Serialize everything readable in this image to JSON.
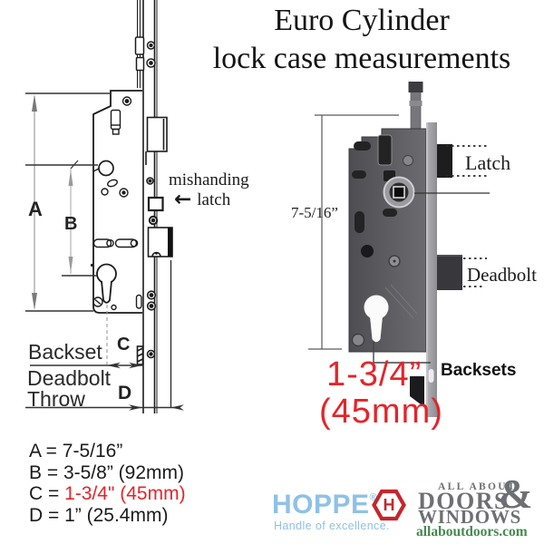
{
  "title": {
    "line1": "Euro Cylinder",
    "line2": "lock case measurements"
  },
  "left_diagram": {
    "dim_labels": {
      "a": "A",
      "b": "B",
      "c": "C",
      "d": "D"
    },
    "backset_label": "Backset",
    "deadbolt_throw_line1": "Deadbolt",
    "deadbolt_throw_line2": "Throw",
    "mishanding_line1": "mishanding",
    "mishanding_line2": "latch",
    "arrow_icon_glyph": "←"
  },
  "right_photo": {
    "height_dim_label": "7-5/16”",
    "latch_label": "Latch",
    "deadbolt_label": "Deadbolt",
    "backsets_label": "Backsets",
    "backset_inches": "1-3/4”",
    "backset_mm": "(45mm)"
  },
  "measurement_key": {
    "a_prefix": "A = ",
    "a_value": "7-5/16”",
    "b_prefix": "B = ",
    "b_value": "3-5/8” (92mm)",
    "c_prefix": "C = ",
    "c_value": "1-3/4\" (45mm)",
    "d_prefix": "D = ",
    "d_value": "1” (25.4mm)"
  },
  "branding": {
    "hoppe": {
      "wordmark": "HOPPE",
      "registered_mark": "®",
      "tagline": "Handle of excellence.",
      "hexagon_letter": "H"
    },
    "all_about": {
      "top_line": "ALL ABOUT",
      "ampersand": "&",
      "doors": "DOORS",
      "windows": "WINDOWS",
      "url": "allaboutdoors.com"
    }
  },
  "colors": {
    "accent_red": "#e5242a",
    "hoppe_blue": "#8fc1e6",
    "logo_gray": "#6e6f72",
    "logo_green": "#45894f"
  }
}
